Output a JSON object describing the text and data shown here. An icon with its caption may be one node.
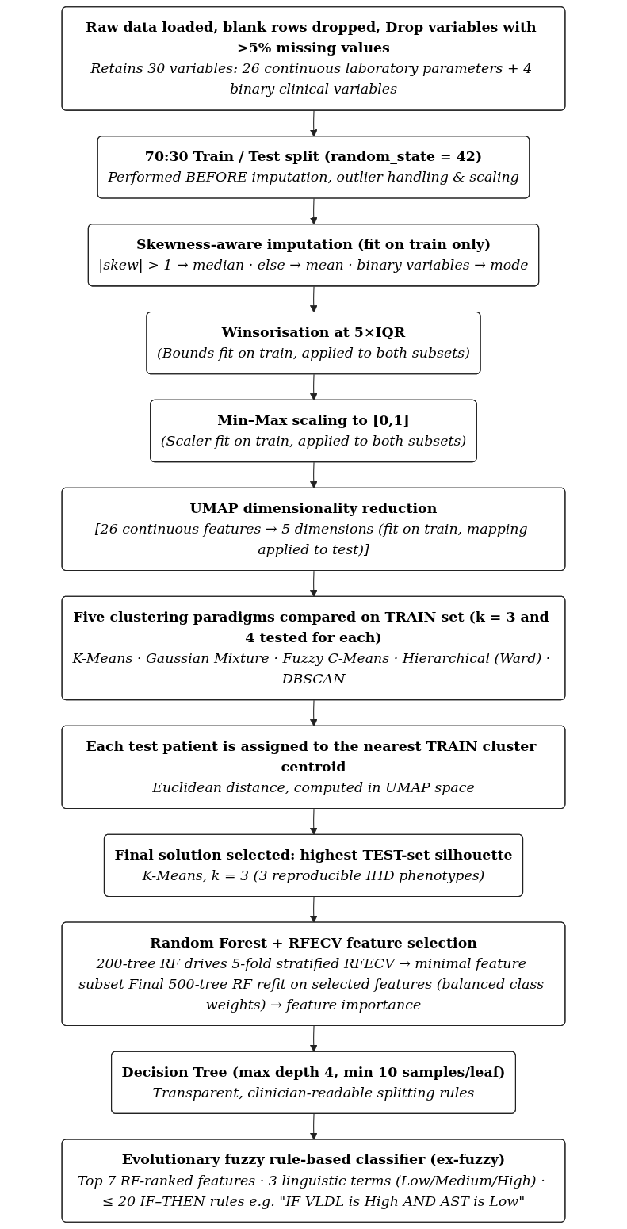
{
  "diagram": {
    "nodes": [
      {
        "text": [
          "Raw data loaded, blank rows dropped, Drop variables with >5% missing values",
          "Retains 30 variables: 26 continuous laboratory parameters + 4 binary clinical variables"
        ]
      },
      {
        "text": [
          "70:30 Train / Test split (random_state = 42)",
          "Performed BEFORE imputation, outlier handling & scaling"
        ]
      },
      {
        "text": [
          "Skewness-aware imputation (fit on train only)",
          "|skew| > 1 → median · else → mean · binary variables → mode"
        ]
      },
      {
        "text": [
          "Winsorisation at 5×IQR",
          "(Bounds fit on train, applied to both subsets)"
        ]
      },
      {
        "text": [
          "Min–Max scaling to [0,1]",
          "(Scaler fit on train, applied to both subsets)"
        ]
      },
      {
        "text": [
          "UMAP dimensionality reduction",
          "[26 continuous features → 5 dimensions (fit on train, mapping applied to test)]"
        ]
      },
      {
        "text": [
          "Five clustering paradigms compared on TRAIN set (k = 3 and 4 tested for each)",
          "K-Means · Gaussian Mixture · Fuzzy C-Means · Hierarchical (Ward) · DBSCAN"
        ]
      },
      {
        "text": [
          "Each test patient is assigned to the nearest TRAIN cluster centroid",
          "Euclidean distance, computed in UMAP space"
        ]
      },
      {
        "text": [
          "Final solution selected: highest TEST-set silhouette",
          "K-Means, k = 3 (3 reproducible IHD phenotypes)"
        ]
      },
      {
        "text": [
          "Random Forest + RFECV feature selection",
          "200-tree RF drives 5-fold stratified RFECV → minimal feature subset Final 500-tree RF refit on selected features (balanced class weights) → feature importance"
        ]
      },
      {
        "text": [
          "Decision Tree (max depth 4, min 10 samples/leaf)",
          "Transparent, clinician-readable splitting rules"
        ]
      },
      {
        "text": [
          "Evolutionary fuzzy rule-based classifier (ex-fuzzy)",
          "Top 7 RF-ranked features · 3 linguistic terms (Low/Medium/High) · ≤ 20 IF–THEN rules e.g. \"IF VLDL is High AND AST is Low\""
        ]
      }
    ],
    "edges": [
      {
        "from": 0,
        "to": 1,
        "arrow": "to"
      },
      {
        "from": 1,
        "to": 2,
        "arrow": "to"
      },
      {
        "from": 2,
        "to": 3,
        "arrow": "to"
      },
      {
        "from": 3,
        "to": 4,
        "arrow": "to"
      },
      {
        "from": 4,
        "to": 5,
        "arrow": "to"
      },
      {
        "from": 5,
        "to": 6,
        "arrow": "to"
      },
      {
        "from": 6,
        "to": 7,
        "arrow": "to"
      },
      {
        "from": 7,
        "to": 8,
        "arrow": "to"
      },
      {
        "from": 8,
        "to": 9,
        "arrow": "to"
      },
      {
        "from": 9,
        "to": 10,
        "arrow": "to"
      },
      {
        "from": 10,
        "to": 11,
        "arrow": "to"
      }
    ]
  }
}
